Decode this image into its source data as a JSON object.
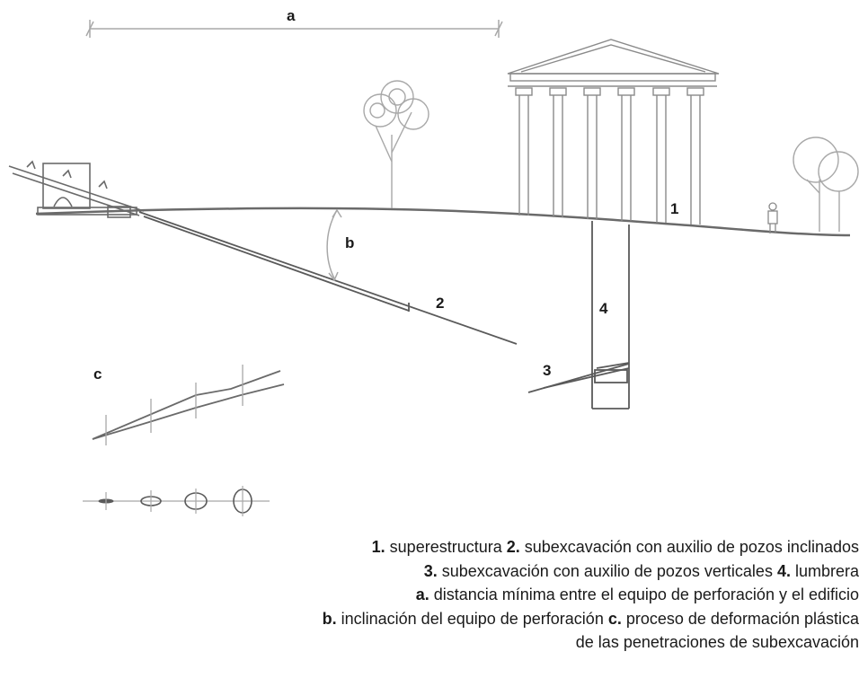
{
  "diagram": {
    "labels": {
      "a": "a",
      "b": "b",
      "c": "c",
      "n1": "1",
      "n2": "2",
      "n3": "3",
      "n4": "4"
    },
    "colors": {
      "dark": "#5a5a5a",
      "light": "#a8a8a8",
      "text": "#1a1a1a"
    }
  },
  "caption": {
    "line1": [
      {
        "key": "1.",
        "text": " superestructura "
      },
      {
        "key": "2.",
        "text": " subexcavación con auxilio de pozos inclinados"
      }
    ],
    "line2": [
      {
        "key": "3.",
        "text": " subexcavación con auxilio de pozos verticales "
      },
      {
        "key": "4.",
        "text": " lumbrera"
      }
    ],
    "line3": [
      {
        "key": "a.",
        "text": " distancia mínima entre el equipo de perforación y el edificio"
      }
    ],
    "line4": [
      {
        "key": "b.",
        "text": " inclinación del equipo de perforación "
      },
      {
        "key": "c.",
        "text": " proceso de deformación plástica"
      }
    ],
    "line5": "de las penetraciones de subexcavación"
  }
}
